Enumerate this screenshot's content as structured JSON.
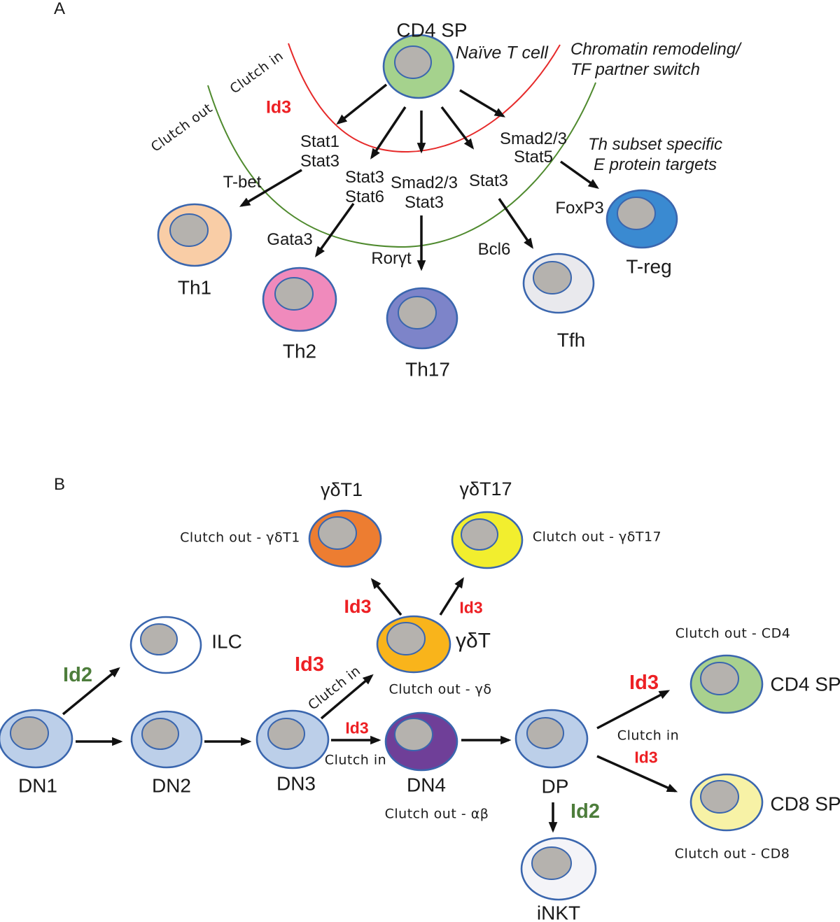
{
  "colors": {
    "id3_red": "#ed2024",
    "id2_green": "#4d7d3b",
    "curve_red": "#e62a2a",
    "curve_green": "#4f8a2e",
    "cell_outline_blue": "#3a66ae",
    "nucleus_gray": "#b5b2ae",
    "naive_green": "#a5d28d",
    "th1_peach": "#f9cda6",
    "th2_pink": "#f08abc",
    "th17_slate": "#7d84c9",
    "tfh_gray": "#e9e9ed",
    "treg_blue": "#3a8ad1",
    "gdt1_orange": "#ed7d31",
    "gdt17_yellow": "#f2ee2e",
    "gdt_amber": "#f9b41b",
    "dn_blue": "#bccfe9",
    "dn4_purple": "#6f3f98",
    "cd4_green": "#a9d18e",
    "cd8_yellow": "#f7f2a6"
  },
  "panelA": {
    "panel_label": "A",
    "title": "CD4 SP",
    "naive_cell": "Naïve T cell",
    "chromatin_line1": "Chromatin remodeling/",
    "chromatin_line2": "TF partner switch",
    "th_subset_line1": "Th subset specific",
    "th_subset_line2": "E protein targets",
    "clutch_in": "Clutch in",
    "clutch_out": "Clutch out",
    "id3": "Id3",
    "signals": {
      "stat1": "Stat1",
      "stat3_a": "Stat3",
      "stat3_b": "Stat3",
      "stat6": "Stat6",
      "smad23_a": "Smad2/3",
      "stat3_c": "Stat3",
      "stat3_d": "Stat3",
      "smad23_b": "Smad2/3",
      "stat5": "Stat5"
    },
    "factors": {
      "tbet": "T-bet",
      "gata3": "Gata3",
      "rorgt": "Rorγt",
      "bcl6": "Bcl6",
      "foxp3": "FoxP3"
    },
    "cells": {
      "th1": "Th1",
      "th2": "Th2",
      "th17": "Th17",
      "tfh": "Tfh",
      "treg": "T-reg"
    }
  },
  "panelB": {
    "panel_label": "B",
    "cells": {
      "gdt1": "γδT1",
      "gdt17": "γδT17",
      "gdt": "γδT",
      "ilc": "ILC",
      "dn1": "DN1",
      "dn2": "DN2",
      "dn3": "DN3",
      "dn4": "DN4",
      "dp": "DP",
      "cd4sp": "CD4 SP",
      "cd8sp": "CD8 SP",
      "inkt": "iNKT"
    },
    "clutch": {
      "out_gdt1": "Clutch out - γδT1",
      "out_gdt17": "Clutch out - γδT17",
      "out_gd": "Clutch out - γδ",
      "out_ab": "Clutch out - αβ",
      "out_cd4": "Clutch out - CD4",
      "out_cd8": "Clutch out - CD8",
      "in_dn3": "Clutch in",
      "in_dn4": "Clutch in",
      "in_dp": "Clutch in"
    },
    "regulators": {
      "id2_ilc": "Id2",
      "id2_inkt": "Id2",
      "id3_gdt1": "Id3",
      "id3_gdt17": "Id3",
      "id3_dn3": "Id3",
      "id3_dn4": "Id3",
      "id3_cd4": "Id3",
      "id3_cd8": "Id3"
    }
  }
}
